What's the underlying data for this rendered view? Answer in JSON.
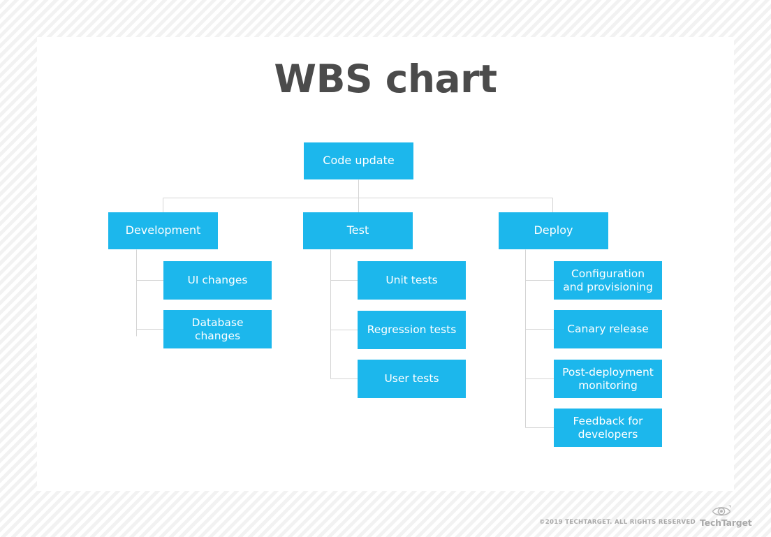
{
  "title": "WBS chart",
  "colors": {
    "node_fill": "#1cb7ec",
    "node_text": "#ffffff",
    "title_text": "#4b4b4b",
    "connector": "#d4d4d4",
    "card_background": "#ffffff",
    "page_background": "#f7f7f7",
    "footer_text": "#a9a9a9"
  },
  "chart_data": {
    "type": "diagram",
    "diagram_type": "work-breakdown-structure",
    "title": "WBS chart",
    "orientation": "top-down-then-left-aligned",
    "root": {
      "id": "code-update",
      "label": "Code update",
      "level": 0,
      "children": [
        {
          "id": "development",
          "label": "Development",
          "level": 1,
          "children": [
            {
              "id": "ui-changes",
              "label": "UI changes",
              "level": 2
            },
            {
              "id": "database-changes",
              "label": "Database\nchanges",
              "level": 2
            }
          ]
        },
        {
          "id": "test",
          "label": "Test",
          "level": 1,
          "children": [
            {
              "id": "unit-tests",
              "label": "Unit tests",
              "level": 2
            },
            {
              "id": "regression-tests",
              "label": "Regression tests",
              "level": 2
            },
            {
              "id": "user-tests",
              "label": "User tests",
              "level": 2
            }
          ]
        },
        {
          "id": "deploy",
          "label": "Deploy",
          "level": 1,
          "children": [
            {
              "id": "configuration-and-provisioning",
              "label": "Configuration\nand provisioning",
              "level": 2
            },
            {
              "id": "canary-release",
              "label": "Canary release",
              "level": 2
            },
            {
              "id": "post-deployment-monitoring",
              "label": "Post-deployment\nmonitoring",
              "level": 2
            },
            {
              "id": "feedback-for-developers",
              "label": "Feedback for\ndevelopers",
              "level": 2
            }
          ]
        }
      ]
    }
  },
  "nodes": {
    "code_update": "Code update",
    "development": "Development",
    "test": "Test",
    "deploy": "Deploy",
    "ui_changes": "UI changes",
    "database_changes": "Database\nchanges",
    "unit_tests": "Unit tests",
    "regression_tests": "Regression tests",
    "user_tests": "User tests",
    "configuration_and_provisioning": "Configuration\nand provisioning",
    "canary_release": "Canary release",
    "post_deployment_monitoring": "Post-deployment\nmonitoring",
    "feedback_for_developers": "Feedback for\ndevelopers"
  },
  "footer": {
    "copyright": "©2019 TECHTARGET. ALL RIGHTS RESERVED",
    "logo_wordmark": "TechTarget",
    "logo_icon": "eye-icon"
  }
}
